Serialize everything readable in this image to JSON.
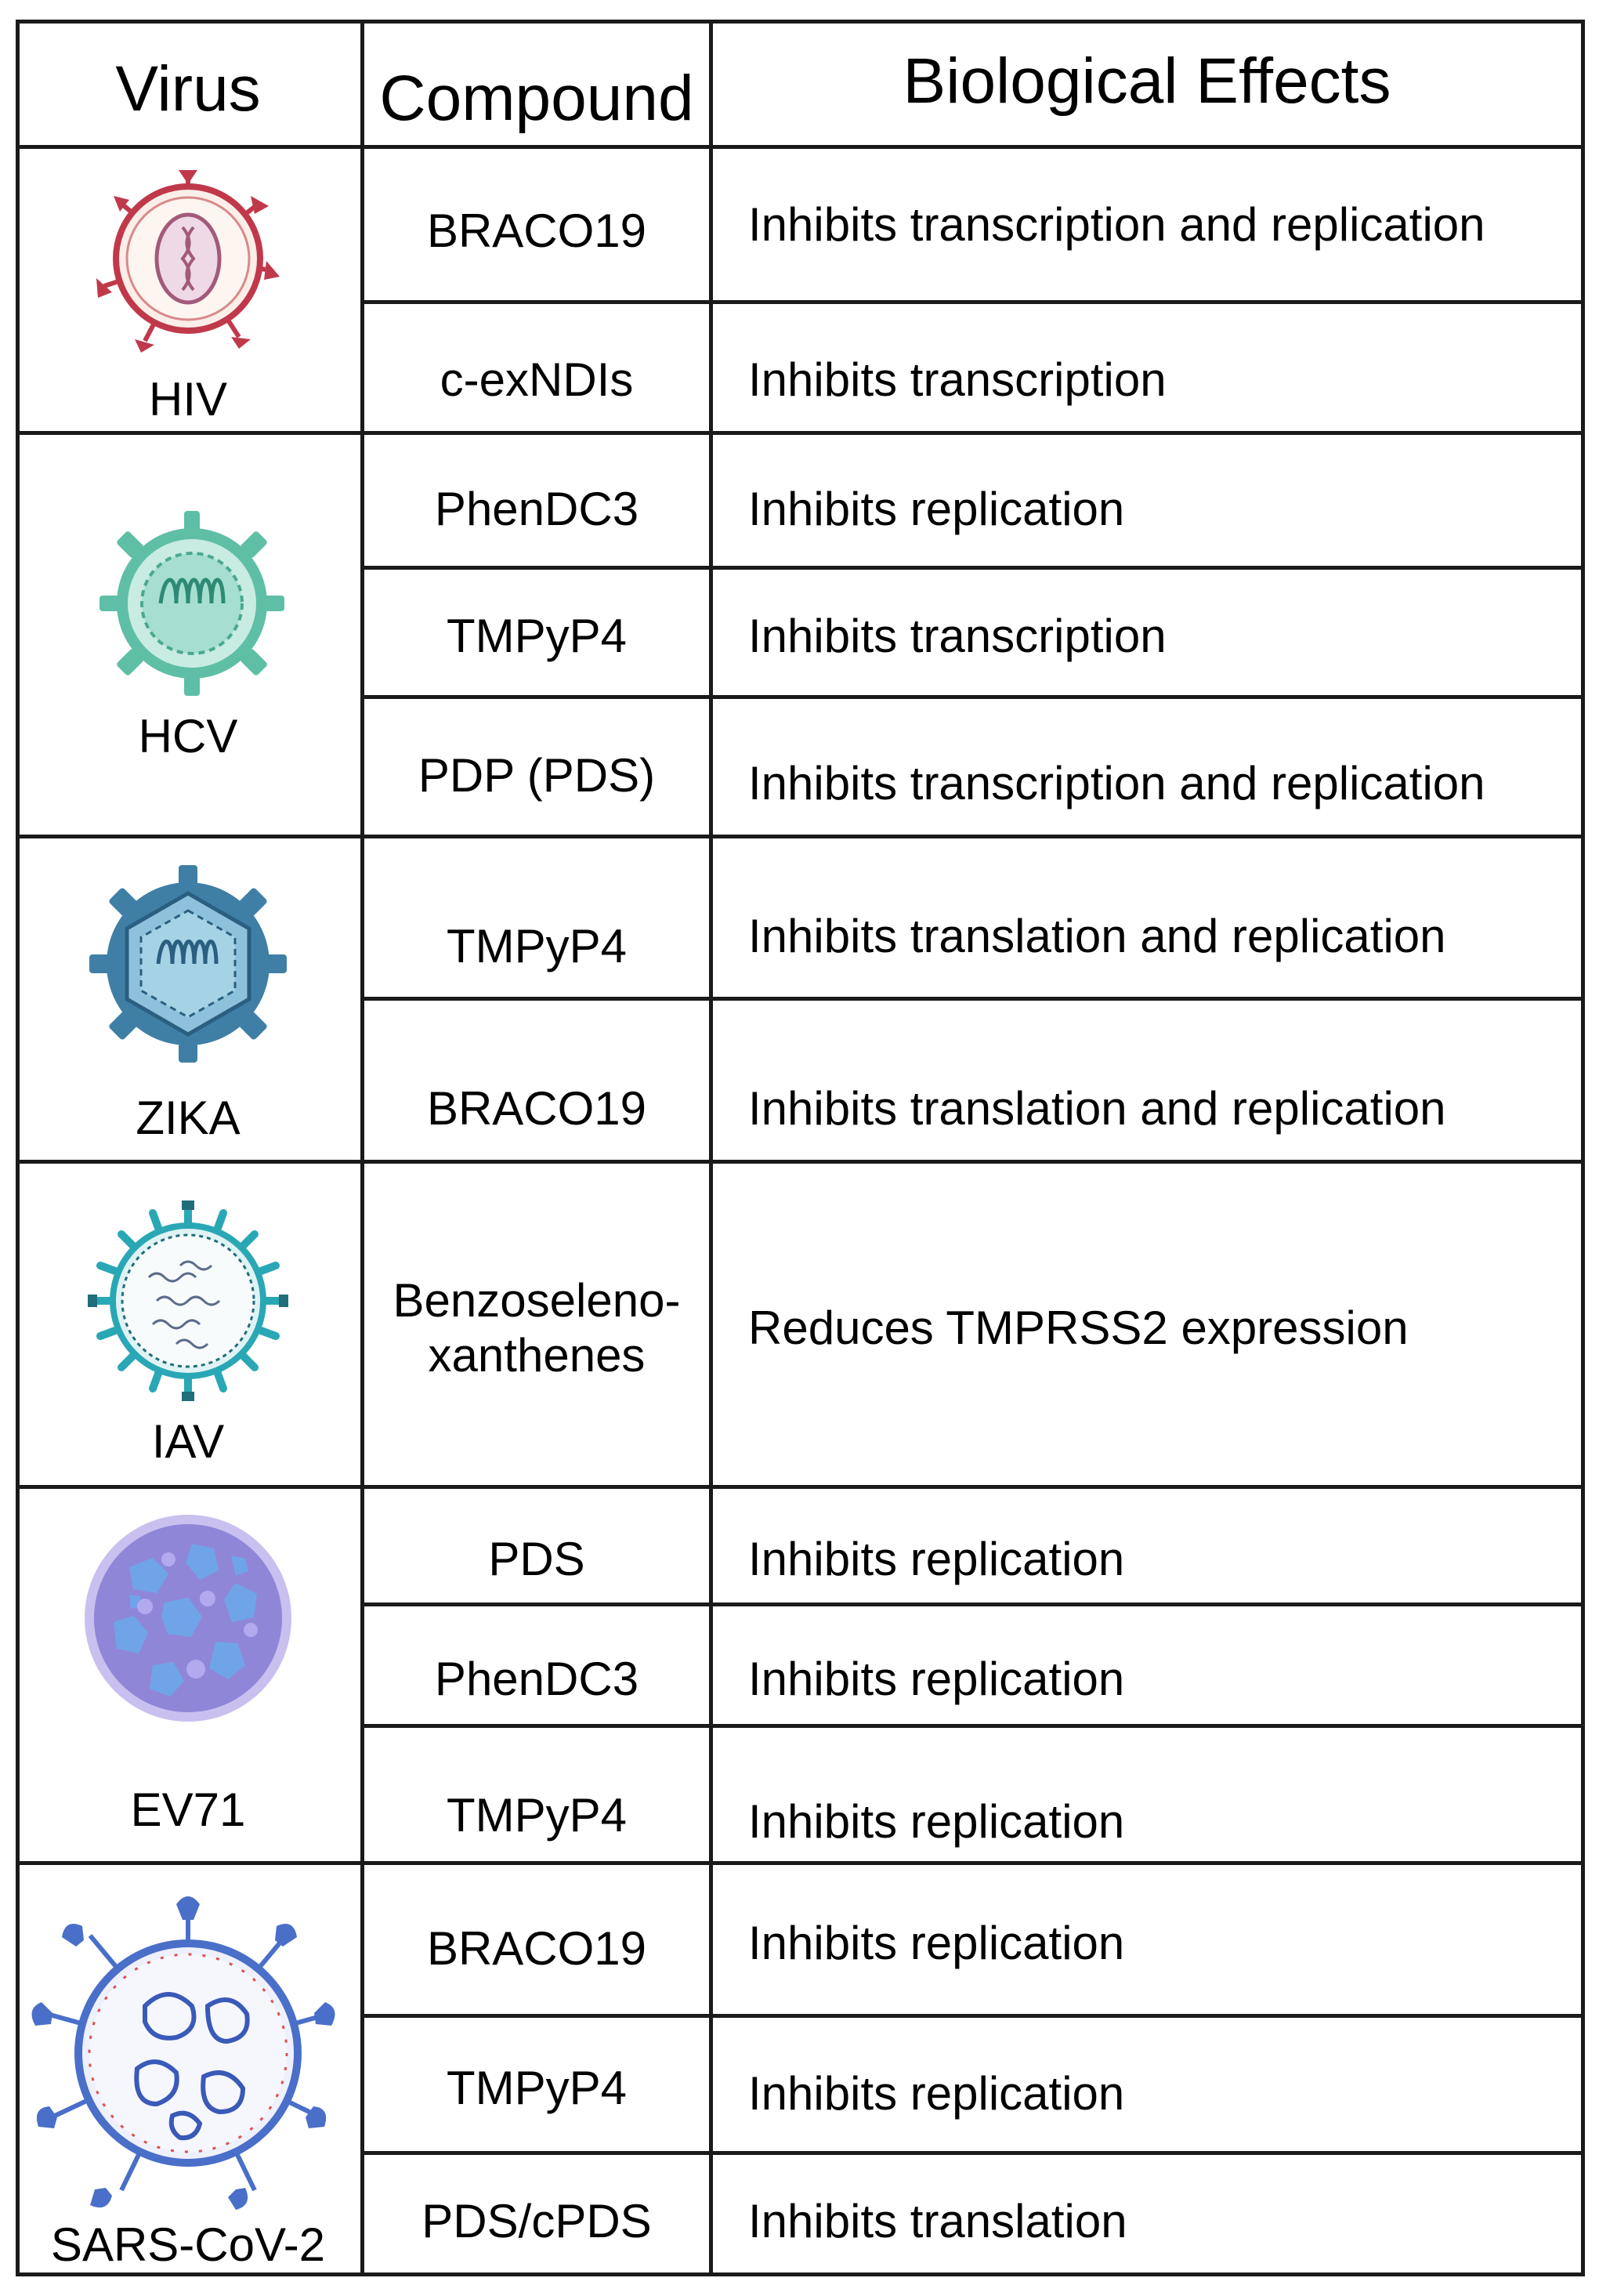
{
  "header": {
    "virus": "Virus",
    "compound": "Compound",
    "effects": "Biological Effects"
  },
  "groups": [
    {
      "virus": "HIV",
      "icon": "hiv-virus-icon",
      "rows": [
        {
          "compound": "BRACO19",
          "effect": "Inhibits transcription and replication"
        },
        {
          "compound": "c-exNDIs",
          "effect": "Inhibits transcription"
        }
      ]
    },
    {
      "virus": "HCV",
      "icon": "hcv-virus-icon",
      "rows": [
        {
          "compound": "PhenDC3",
          "effect": "Inhibits replication"
        },
        {
          "compound": "TMPyP4",
          "effect": "Inhibits transcription"
        },
        {
          "compound": "PDP (PDS)",
          "effect": "Inhibits transcription and replication"
        }
      ]
    },
    {
      "virus": "ZIKA",
      "icon": "zika-virus-icon",
      "rows": [
        {
          "compound": "TMPyP4",
          "effect": "Inhibits translation and replication"
        },
        {
          "compound": "BRACO19",
          "effect": "Inhibits translation and replication"
        }
      ]
    },
    {
      "virus": "IAV",
      "icon": "iav-virus-icon",
      "rows": [
        {
          "compound_lines": [
            "Benzoseleno-",
            "xanthenes"
          ],
          "effect": "Reduces TMPRSS2 expression"
        }
      ]
    },
    {
      "virus": "EV71",
      "icon": "ev71-virus-icon",
      "rows": [
        {
          "compound": "PDS",
          "effect": "Inhibits replication"
        },
        {
          "compound": "PhenDC3",
          "effect": "Inhibits replication"
        },
        {
          "compound": "TMPyP4",
          "effect": "Inhibits replication"
        }
      ]
    },
    {
      "virus": "SARS-CoV-2",
      "icon": "sars-cov-2-virus-icon",
      "rows": [
        {
          "compound": "BRACO19",
          "effect": "Inhibits replication"
        },
        {
          "compound": "TMPyP4",
          "effect": "Inhibits replication"
        },
        {
          "compound": "PDS/cPDS",
          "effect": "Inhibits translation"
        }
      ]
    }
  ],
  "colors": {
    "hiv": "#c0394b",
    "hcv": "#5fbfa6",
    "zika": "#3f7fa6",
    "iav": "#2aa7b5",
    "ev71": "#8f86d8",
    "sars": "#4a6fc9"
  }
}
